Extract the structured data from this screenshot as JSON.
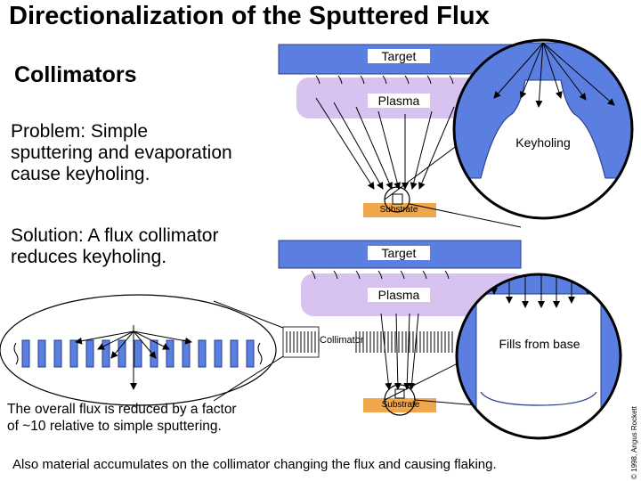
{
  "title": "Directionalization of the Sputtered Flux",
  "subtitle": "Collimators",
  "problem_line1": "Problem:  Simple",
  "problem_line2": "sputtering and evaporation",
  "problem_line3": "cause keyholing.",
  "solution_line1": "Solution:  A flux collimator",
  "solution_line2": "reduces keyholing.",
  "flux_note_line1": "The overall flux is reduced by a factor",
  "flux_note_line2": "of ~10 relative to simple sputtering.",
  "bottom_note": "Also material accumulates on the collimator changing the flux and causing flaking.",
  "top_diagram": {
    "target_label": "Target",
    "plasma_label": "Plasma",
    "substrate_label": "Substrate",
    "keyholing_label": "Keyholing"
  },
  "bottom_diagram": {
    "target_label": "Target",
    "plasma_label": "Plasma",
    "collimator_label": "Collimator",
    "substrate_label": "Substrate",
    "fills_label": "Fills from base"
  },
  "copyright": "© 1998, Angus Rockett",
  "colors": {
    "target": "#5b7fe0",
    "plasma": "#d8c3f0",
    "substrate": "#f0a64a",
    "ink": "#000000"
  }
}
